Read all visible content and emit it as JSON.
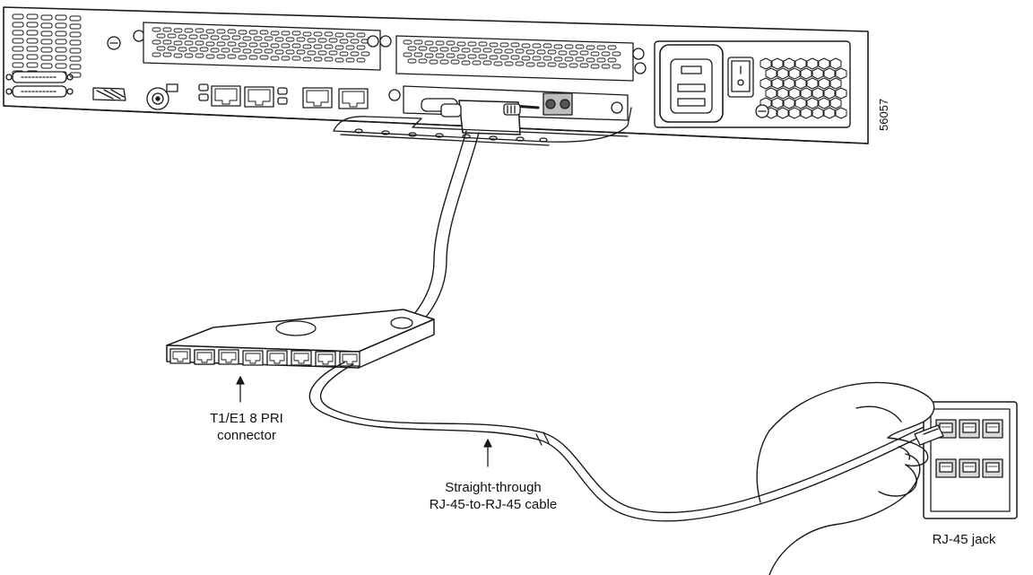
{
  "figure_number": "56057",
  "labels": {
    "pri_connector_line1": "T1/E1 8 PRI",
    "pri_connector_line2": "connector",
    "cable_line1": "Straight-through",
    "cable_line2": "RJ-45-to-RJ-45 cable",
    "jack": "RJ-45 jack"
  },
  "colors": {
    "line": "#1a1a1a",
    "panel": "#ffffff",
    "shade": "#d9d9d9",
    "dark": "#555555"
  },
  "pri_connector_port_count": 8,
  "wall_jack_port_count": 6
}
